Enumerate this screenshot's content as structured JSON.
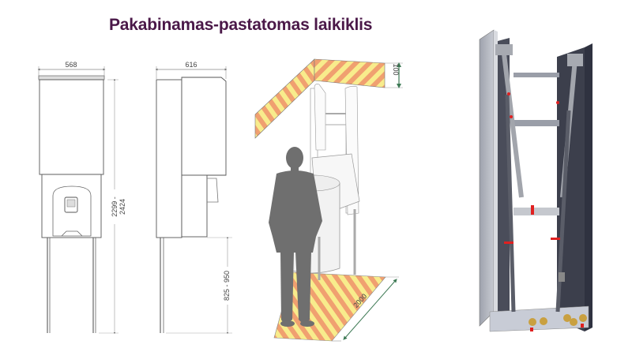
{
  "title": "Pakabinamas-pastatomas laikiklis",
  "front_view": {
    "width_label": "568",
    "height_label_line1": "2299 -",
    "height_label_line2": "2424"
  },
  "side_view": {
    "width_label": "616",
    "leg_height_label": "825 - 950"
  },
  "clearance_view": {
    "top_clearance_label": "100",
    "floor_depth_label": "2000"
  },
  "colors": {
    "title": "#4a1848",
    "stripe_yellow": "#f8ec8c",
    "stripe_orange": "#f0a070",
    "dimension_arrow": "#3e7a55",
    "silhouette": "#707070",
    "frame_dark": "#3c3f4c",
    "frame_grey": "#b9bcc4",
    "marker_red": "#e02020"
  }
}
